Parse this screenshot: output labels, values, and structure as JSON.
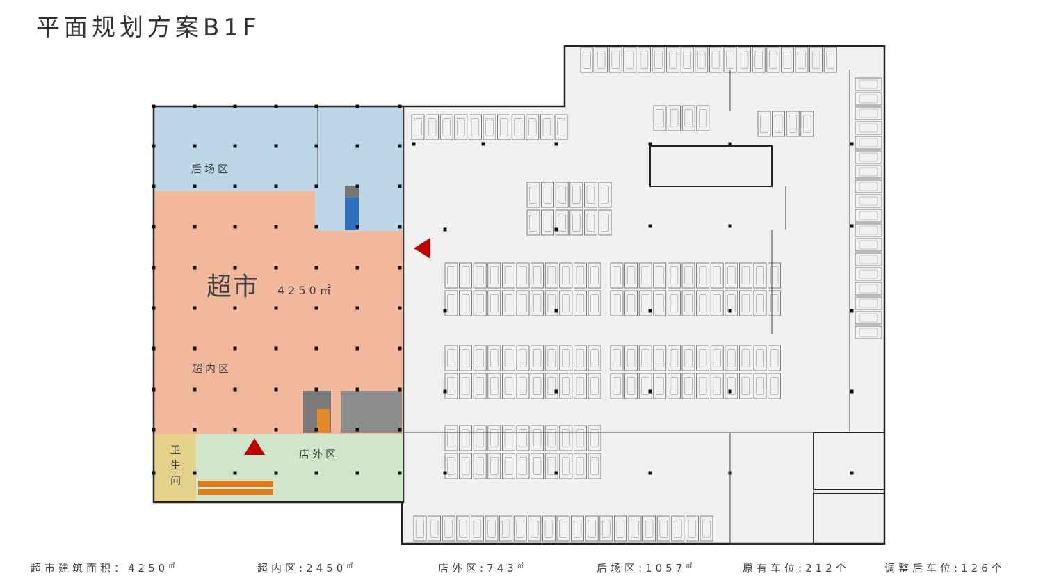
{
  "title": "平面规划方案B1F",
  "zones": {
    "backyard": "后场区",
    "supermarket": "超市",
    "supermarket_area": "4250㎡",
    "inner": "超内区",
    "storefront": "店外区",
    "restroom": [
      "卫",
      "生",
      "间"
    ]
  },
  "stats": [
    {
      "label": "超市建筑面积：",
      "value": "4250",
      "unit": "㎡"
    },
    {
      "label": "超内区:",
      "value": "2450",
      "unit": "㎡"
    },
    {
      "label": "店外区:",
      "value": "743",
      "unit": "㎡"
    },
    {
      "label": "后场区:",
      "value": "1057",
      "unit": "㎡"
    },
    {
      "label": "原有车位:",
      "value": "212个",
      "unit": ""
    },
    {
      "label": "调整后车位:",
      "value": "126个",
      "unit": ""
    }
  ],
  "colors": {
    "backyard": "#bdd7e6",
    "supermarket": "#f1b89c",
    "storefront": "#cfe6cb",
    "restroom": "#e4d28a",
    "parking_bg": "#f1f1f1",
    "arrow": "#c00000",
    "escalator": "#e07b1a",
    "stair_blue": "#2f6fc0"
  }
}
